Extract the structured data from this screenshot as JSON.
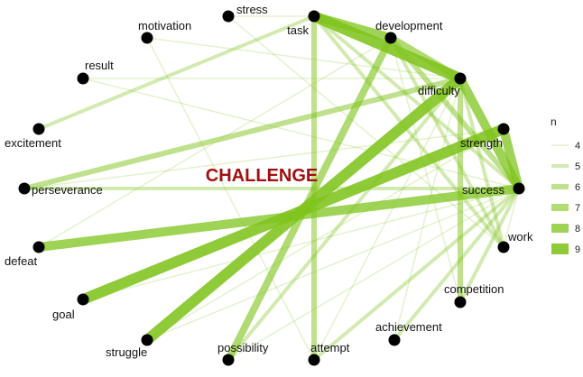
{
  "title": "CHALLENGE",
  "colors": {
    "edge": "#7fc41c",
    "node": "#000000",
    "title": "#a01010",
    "text": "#111111"
  },
  "legend": {
    "title": "n",
    "items": [
      {
        "label": "4",
        "n": 4
      },
      {
        "label": "5",
        "n": 5
      },
      {
        "label": "6",
        "n": 6
      },
      {
        "label": "7",
        "n": 7
      },
      {
        "label": "8",
        "n": 8
      },
      {
        "label": "9",
        "n": 9
      }
    ]
  },
  "nodes": [
    {
      "id": "stress",
      "label": "stress"
    },
    {
      "id": "task",
      "label": "task"
    },
    {
      "id": "motivation",
      "label": "motivation"
    },
    {
      "id": "development",
      "label": "development"
    },
    {
      "id": "result",
      "label": "result"
    },
    {
      "id": "difficulty",
      "label": "difficulty"
    },
    {
      "id": "excitement",
      "label": "excitement"
    },
    {
      "id": "strength",
      "label": "strength"
    },
    {
      "id": "perseverance",
      "label": "perseverance"
    },
    {
      "id": "success",
      "label": "success"
    },
    {
      "id": "defeat",
      "label": "defeat"
    },
    {
      "id": "work",
      "label": "work"
    },
    {
      "id": "competition",
      "label": "competition"
    },
    {
      "id": "goal",
      "label": "goal"
    },
    {
      "id": "achievement",
      "label": "achievement"
    },
    {
      "id": "struggle",
      "label": "struggle"
    },
    {
      "id": "possibility",
      "label": "possibility"
    },
    {
      "id": "attempt",
      "label": "attempt"
    }
  ],
  "edges": [
    {
      "source": "task",
      "target": "difficulty",
      "n": 9
    },
    {
      "source": "task",
      "target": "development",
      "n": 8
    },
    {
      "source": "task",
      "target": "attempt",
      "n": 6
    },
    {
      "source": "task",
      "target": "excitement",
      "n": 5
    },
    {
      "source": "task",
      "target": "success",
      "n": 5
    },
    {
      "source": "task",
      "target": "stress",
      "n": 4
    },
    {
      "source": "task",
      "target": "work",
      "n": 5
    },
    {
      "source": "difficulty",
      "target": "struggle",
      "n": 9
    },
    {
      "source": "difficulty",
      "target": "success",
      "n": 8
    },
    {
      "source": "difficulty",
      "target": "development",
      "n": 7
    },
    {
      "source": "difficulty",
      "target": "perseverance",
      "n": 6
    },
    {
      "source": "difficulty",
      "target": "competition",
      "n": 6
    },
    {
      "source": "difficulty",
      "target": "possibility",
      "n": 5
    },
    {
      "source": "difficulty",
      "target": "work",
      "n": 5
    },
    {
      "source": "difficulty",
      "target": "motivation",
      "n": 4
    },
    {
      "source": "difficulty",
      "target": "result",
      "n": 4
    },
    {
      "source": "difficulty",
      "target": "attempt",
      "n": 4
    },
    {
      "source": "difficulty",
      "target": "achievement",
      "n": 4
    },
    {
      "source": "strength",
      "target": "goal",
      "n": 9
    },
    {
      "source": "strength",
      "target": "success",
      "n": 8
    },
    {
      "source": "strength",
      "target": "perseverance",
      "n": 4
    },
    {
      "source": "success",
      "target": "defeat",
      "n": 8
    },
    {
      "source": "success",
      "target": "development",
      "n": 6
    },
    {
      "source": "success",
      "target": "perseverance",
      "n": 5
    },
    {
      "source": "success",
      "target": "attempt",
      "n": 5
    },
    {
      "source": "success",
      "target": "achievement",
      "n": 5
    },
    {
      "source": "success",
      "target": "competition",
      "n": 5
    },
    {
      "source": "success",
      "target": "possibility",
      "n": 4
    },
    {
      "source": "success",
      "target": "goal",
      "n": 4
    },
    {
      "source": "success",
      "target": "struggle",
      "n": 4
    },
    {
      "source": "success",
      "target": "work",
      "n": 4
    },
    {
      "source": "development",
      "target": "possibility",
      "n": 7
    },
    {
      "source": "development",
      "target": "work",
      "n": 5
    },
    {
      "source": "development",
      "target": "defeat",
      "n": 4
    },
    {
      "source": "development",
      "target": "competition",
      "n": 4
    },
    {
      "source": "strength",
      "target": "struggle",
      "n": 4
    },
    {
      "source": "motivation",
      "target": "attempt",
      "n": 4
    },
    {
      "source": "result",
      "target": "success",
      "n": 4
    },
    {
      "source": "stress",
      "target": "work",
      "n": 4
    }
  ]
}
